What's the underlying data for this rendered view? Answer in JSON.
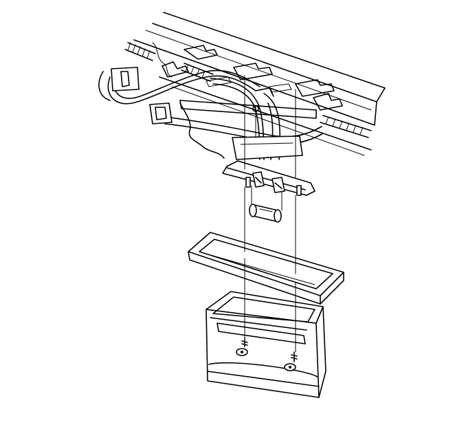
{
  "diagram": {
    "kind": "exploded-view line drawing",
    "stroke_color": "#000000",
    "background_color": "#ffffff",
    "components": [
      "roof-panel",
      "wiring-harness",
      "harness-connector",
      "mounting-bracket",
      "lamp-base",
      "bulb",
      "lens",
      "lamp-housing",
      "mounting-screw"
    ],
    "screw_count": 2,
    "text_labels": []
  }
}
